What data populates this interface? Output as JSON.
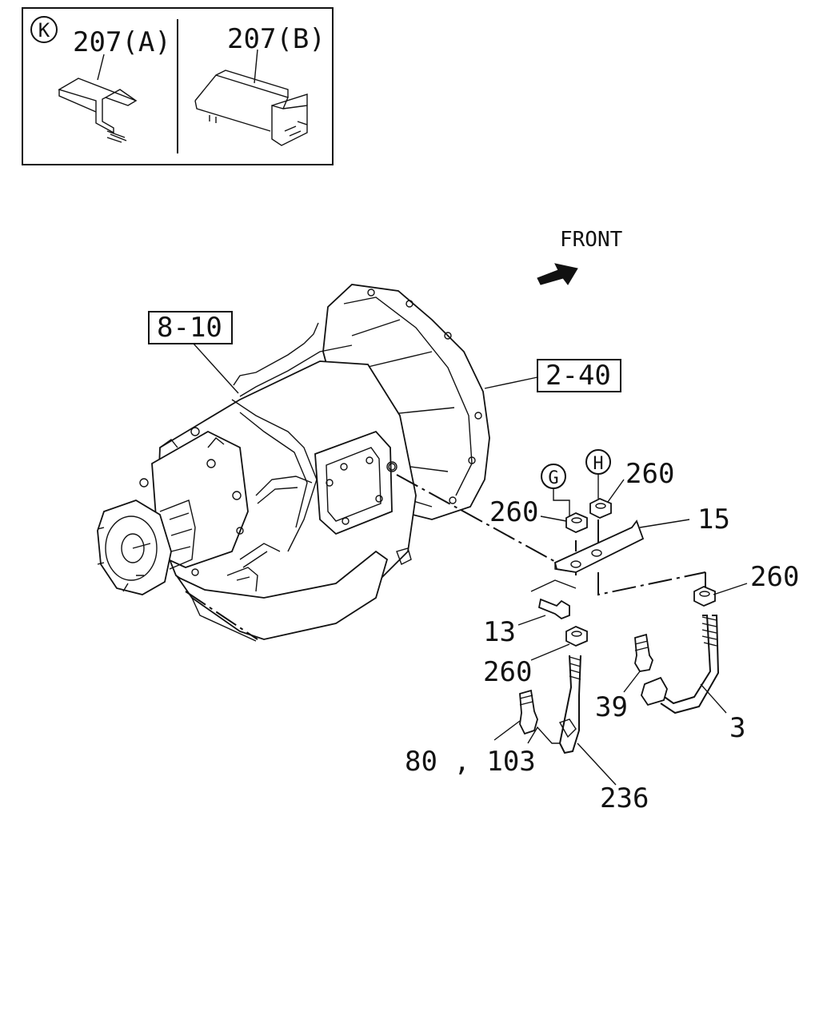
{
  "inset": {
    "marker": "K",
    "left_label": "207(A)",
    "right_label": "207(B)"
  },
  "direction": {
    "label": "FRONT"
  },
  "ref_boxes": {
    "transmission": "8-10",
    "clutch_housing": "2-40"
  },
  "callouts": {
    "g_marker": "G",
    "h_marker": "H",
    "nut_g": "260",
    "nut_h": "260",
    "bracket": "15",
    "nut_right": "260",
    "bolt": "13",
    "nut_lower": "260",
    "connector": "39",
    "pipe": "3",
    "fittings": "80 , 103",
    "hose": "236"
  },
  "colors": {
    "ink": "#111111",
    "background": "#ffffff"
  }
}
